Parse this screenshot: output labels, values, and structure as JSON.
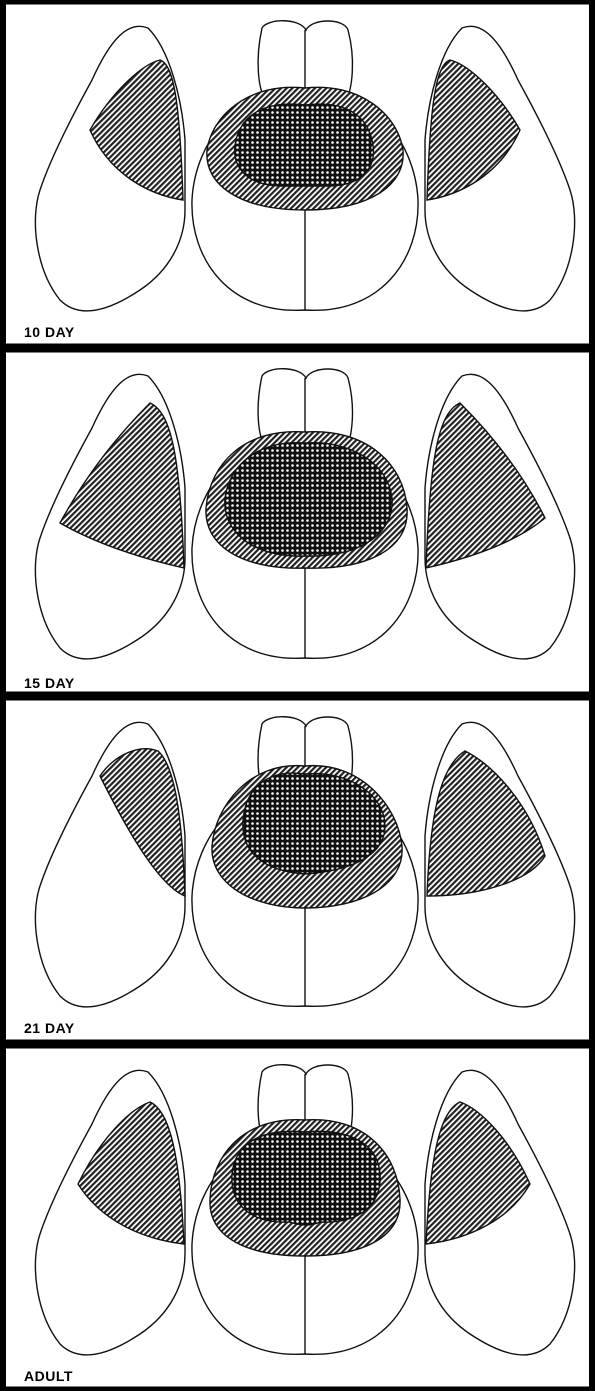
{
  "panels": [
    {
      "label": "10 DAY"
    },
    {
      "label": "15 DAY"
    },
    {
      "label": "21 DAY"
    },
    {
      "label": "ADULT"
    }
  ],
  "colors": {
    "frame": "#000000",
    "outline": "#111111",
    "background": "#ffffff"
  },
  "fills": {
    "lateral_regions": "diagonal-hatch",
    "central_outer_region": "diagonal-hatch",
    "central_inner_region": "dotted-crosshatch"
  }
}
